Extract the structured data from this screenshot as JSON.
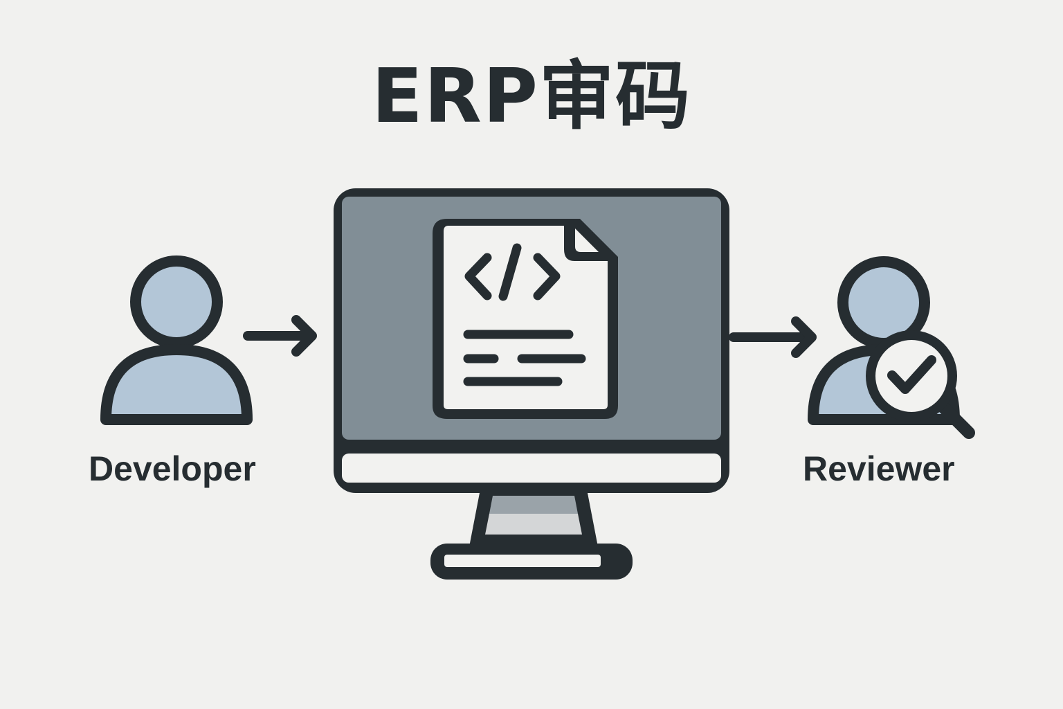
{
  "title": "ERP审码",
  "actors": {
    "developer": {
      "label": "Developer",
      "icon": "user-icon"
    },
    "reviewer": {
      "label": "Reviewer",
      "icon": "user-review-icon"
    }
  },
  "center": {
    "icon": "monitor-code-document-icon",
    "document_symbol": "</>"
  },
  "flow": [
    "Developer",
    "Monitor (code)",
    "Reviewer"
  ],
  "colors": {
    "background": "#f1f1ef",
    "stroke": "#262d31",
    "screen": "#818e96",
    "person_fill": "#b3c6d7",
    "paper": "#f2f2f0"
  }
}
